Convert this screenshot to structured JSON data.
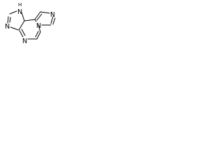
{
  "structure": {
    "atom_labels": {
      "imidazole_nh_n": "N",
      "imidazole_nh_h": "H",
      "imidazole_n_left": "N",
      "pyrazine_n_bottom": "N",
      "bridgehead_n": "N",
      "imidazole_n_right": "N"
    }
  }
}
